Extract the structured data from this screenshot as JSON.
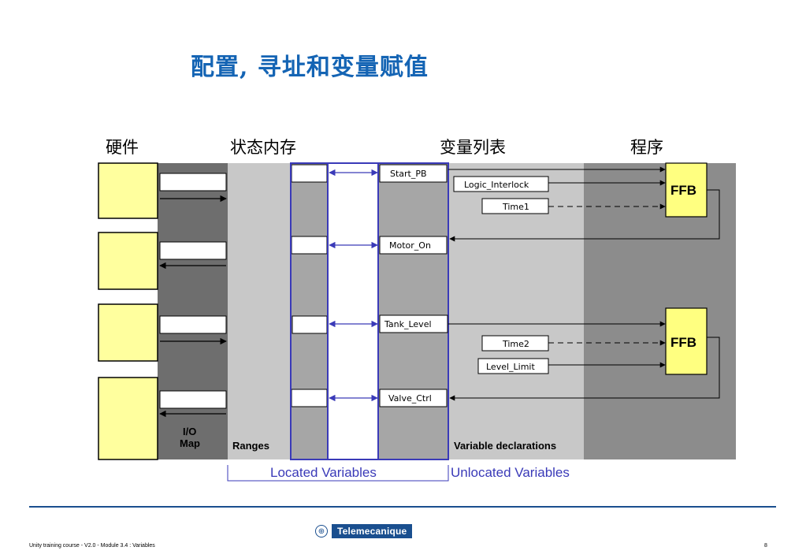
{
  "title": "配置, 寻址和变量赋值",
  "headers": {
    "hardware": "硬件",
    "state_ram": "状态内存",
    "var_list": "变量列表",
    "program": "程序"
  },
  "located_vars": [
    "Start_PB",
    "Motor_On",
    "Tank_Level",
    "Valve_Ctrl"
  ],
  "unlocated_vars": [
    "Logic_Interlock",
    "Time1",
    "Time2",
    "Level_Limit"
  ],
  "ffb_label": "FFB",
  "strip_labels": {
    "io_map": "I/O\nMap",
    "ranges": "Ranges",
    "var_decl": "Variable declarations"
  },
  "bottom_labels": {
    "located": "Located Variables",
    "unlocated": "Unlocated Variables"
  },
  "footer": {
    "course": "Unity training course - V2.0 - Module 3.4 : Variables",
    "page": "8",
    "brand": "Telemecanique"
  },
  "colors": {
    "title_blue": "#1464b4",
    "module_yellow": "#ffff9e",
    "located_blue": "#3a3ab8",
    "ffb_yellow": "#ffff80",
    "dark_gray": "#6e6e6e",
    "light_gray": "#c8c8c8",
    "mid_gray": "#a6a6a6"
  }
}
